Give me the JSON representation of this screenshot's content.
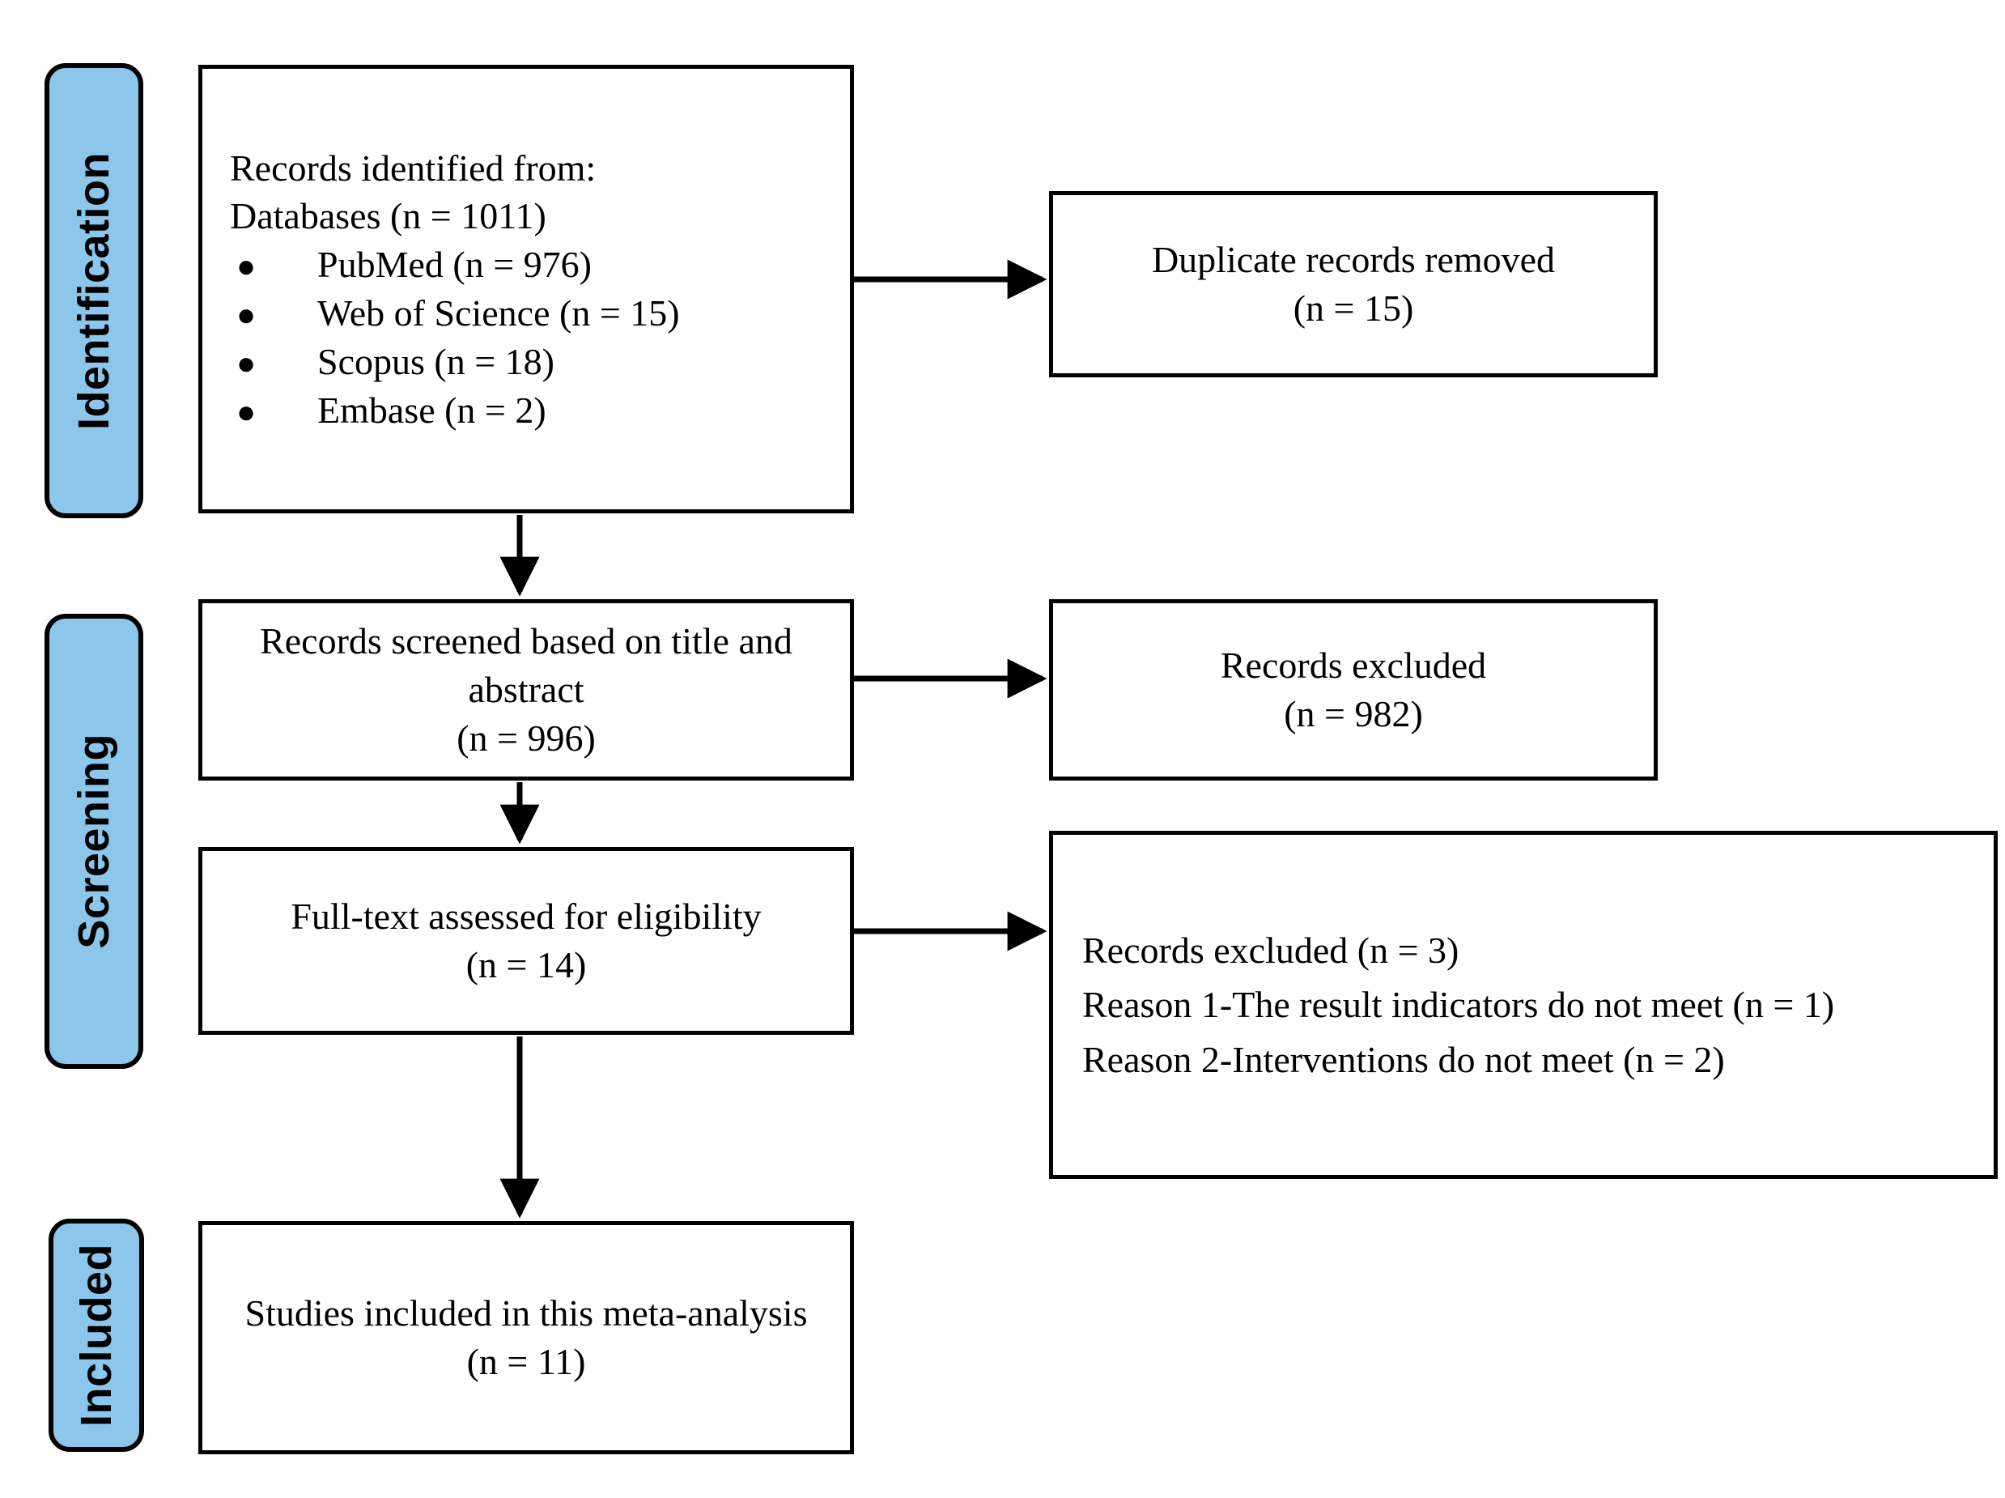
{
  "diagram": {
    "title": "PRISMA flow diagram",
    "accent_color": "#8cc6ea",
    "line_color": "#000000",
    "background": "#ffffff"
  },
  "stages": [
    {
      "id": "identification",
      "label": "Identification"
    },
    {
      "id": "screening",
      "label": "Screening"
    },
    {
      "id": "included",
      "label": "Included"
    }
  ],
  "boxes": {
    "identified": {
      "heading": "Records identified from:",
      "databases_total": "Databases (n = 1011)",
      "sources": [
        {
          "bullet": "●",
          "label": "PubMed (n = 976)"
        },
        {
          "bullet": "●",
          "label": "Web of Science (n = 15)"
        },
        {
          "bullet": "●",
          "label": "Scopus (n = 18)"
        },
        {
          "bullet": "●",
          "label": "Embase (n = 2)"
        }
      ]
    },
    "duplicates": {
      "line1": "Duplicate records removed",
      "line2": "(n = 15)"
    },
    "screened": {
      "line1": "Records screened based on title and",
      "line2": "abstract",
      "line3": "(n = 996)"
    },
    "excluded": {
      "line1": "Records excluded",
      "line2": "(n = 982)"
    },
    "fulltext": {
      "line1": "Full-text assessed for eligibility",
      "line2": "(n = 14)"
    },
    "reasons": {
      "line1": "Records excluded (n = 3)",
      "line2": "Reason 1-The result indicators do not meet (n = 1)",
      "line3": "Reason 2-Interventions do not meet (n = 2)"
    },
    "included": {
      "line1": "Studies included in this meta-analysis",
      "line2": "(n = 11)"
    }
  },
  "connectors": [
    {
      "id": "identified-to-duplicates",
      "direction": "right"
    },
    {
      "id": "identified-to-screened",
      "direction": "down"
    },
    {
      "id": "screened-to-excluded",
      "direction": "right"
    },
    {
      "id": "screened-to-fulltext",
      "direction": "down"
    },
    {
      "id": "fulltext-to-reasons",
      "direction": "right"
    },
    {
      "id": "fulltext-to-included",
      "direction": "down"
    }
  ]
}
